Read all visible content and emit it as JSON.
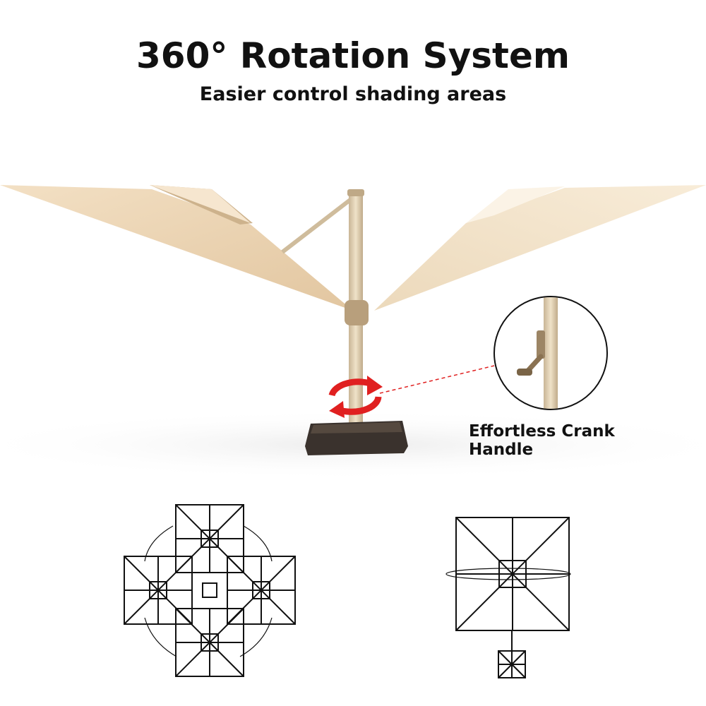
{
  "header": {
    "title": "360°   Rotation System",
    "subtitle": "Easier control shading areas"
  },
  "callout": {
    "label": "Effortless Crank Handle"
  },
  "colors": {
    "canopy_light": "#f1dfc4",
    "canopy_shadow": "#dcc09c",
    "pole": "#d9c8a8",
    "base": "#2e2824",
    "rotation_arrow": "#e02020",
    "line_art": "#111111"
  },
  "icons": [
    "rotation-arrow-icon",
    "crank-handle-icon"
  ]
}
